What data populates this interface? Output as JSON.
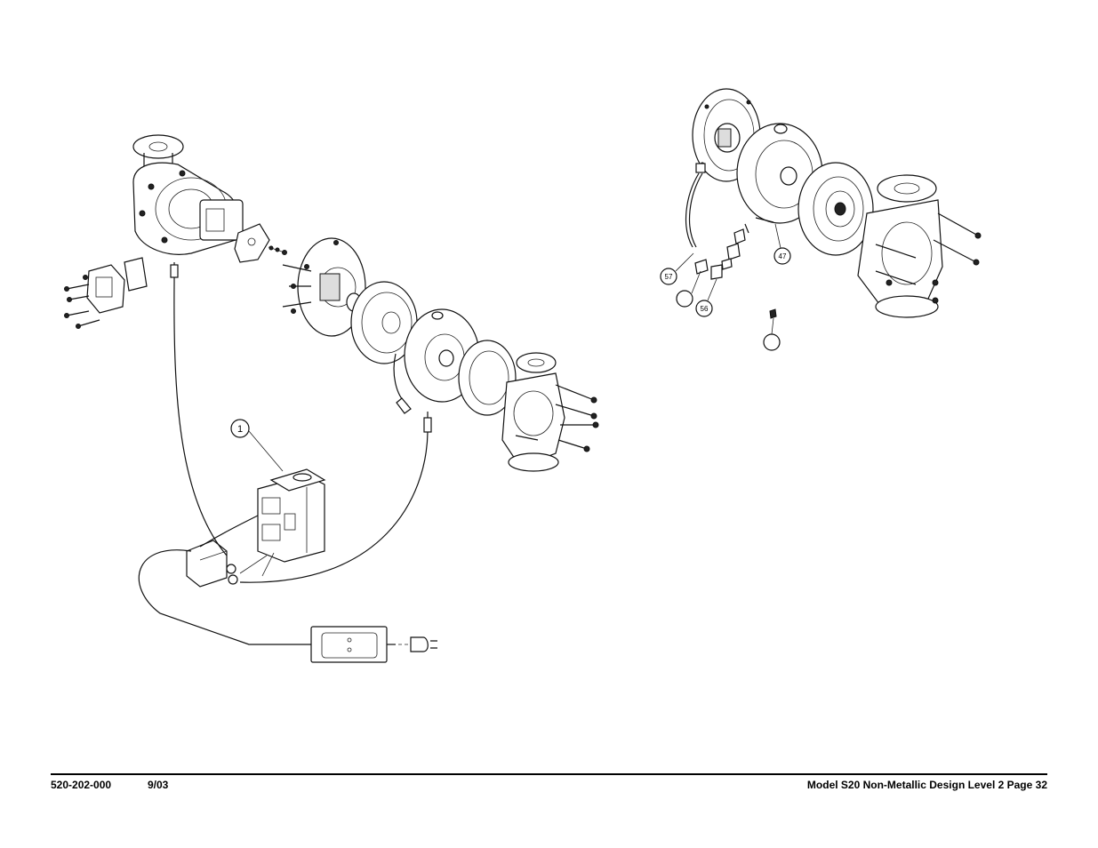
{
  "footer": {
    "doc_number": "520-202-000",
    "date": "9/03",
    "title": "Model S20 Non-Metallic Design Level 2 Page 32"
  },
  "callouts": {
    "c1": "1",
    "c47": "47",
    "c56": "56",
    "c57": "57"
  }
}
